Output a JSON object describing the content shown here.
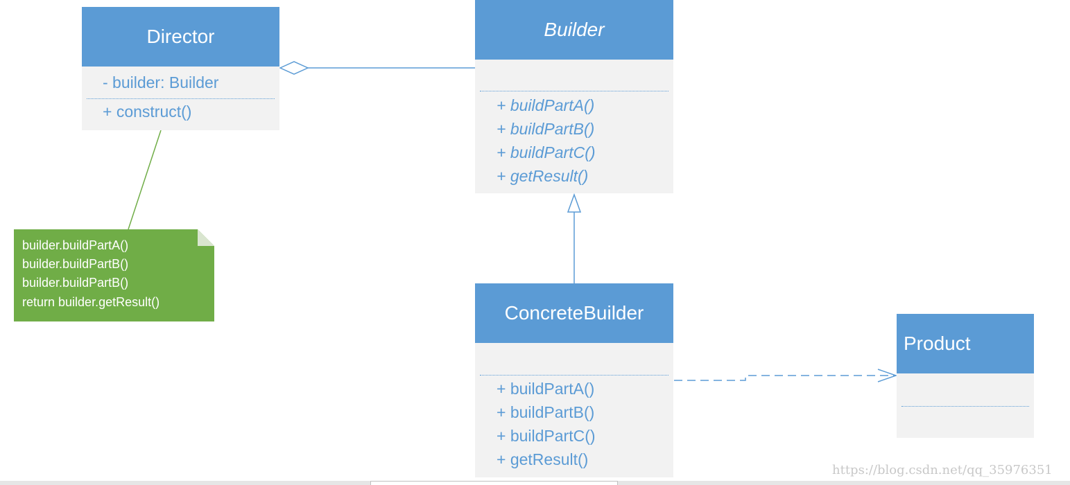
{
  "director": {
    "name": "Director",
    "attributes": [
      "- builder: Builder"
    ],
    "operations": [
      "+ construct()"
    ]
  },
  "builder": {
    "name": "Builder",
    "operations": [
      "+ buildPartA()",
      "+ buildPartB()",
      "+ buildPartC()",
      "+ getResult()"
    ]
  },
  "concrete_builder": {
    "name": "ConcreteBuilder",
    "operations": [
      "+ buildPartA()",
      "+ buildPartB()",
      "+ buildPartC()",
      "+ getResult()"
    ]
  },
  "product": {
    "name": "Product"
  },
  "note": {
    "lines": [
      "builder.buildPartA()",
      "builder.buildPartB()",
      "builder.buildPartB()",
      "return builder.getResult()"
    ]
  },
  "watermark": "https://blog.csdn.net/qq_35976351",
  "colors": {
    "class_header": "#5b9bd5",
    "class_body": "#f2f2f2",
    "note": "#70ad47",
    "connector": "#5b9bd5"
  }
}
